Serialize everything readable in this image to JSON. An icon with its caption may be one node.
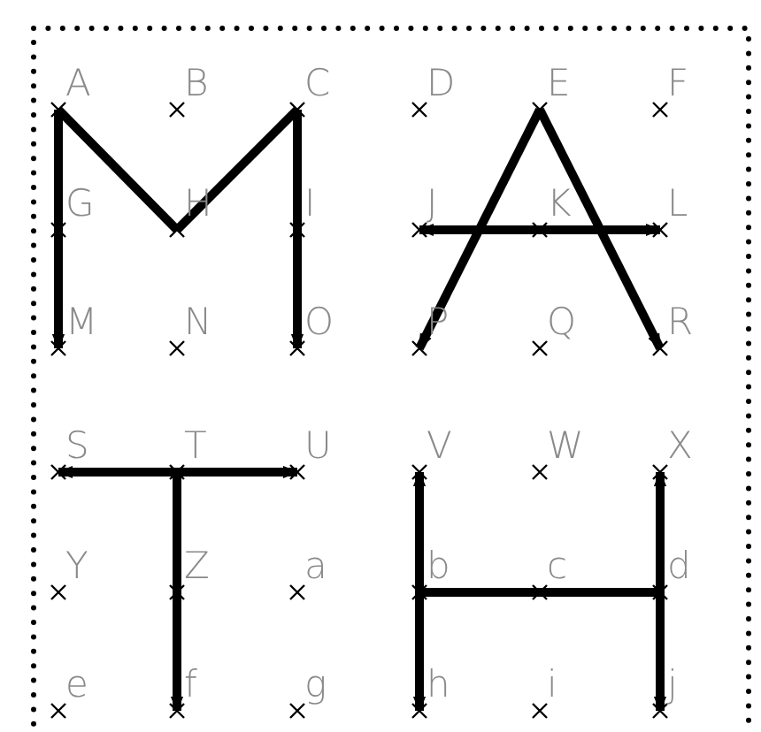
{
  "diagram": {
    "nodes": [
      {
        "text": [
          "A"
        ]
      },
      {
        "text": [
          "B"
        ]
      },
      {
        "text": [
          "C"
        ]
      },
      {
        "text": [
          "D"
        ]
      },
      {
        "text": [
          "E"
        ]
      },
      {
        "text": [
          "F"
        ]
      },
      {
        "text": [
          "G"
        ]
      },
      {
        "text": [
          "H"
        ]
      },
      {
        "text": [
          "I"
        ]
      },
      {
        "text": [
          "J"
        ]
      },
      {
        "text": [
          "K"
        ]
      },
      {
        "text": [
          "L"
        ]
      },
      {
        "text": [
          "M"
        ]
      },
      {
        "text": [
          "N"
        ]
      },
      {
        "text": [
          "O"
        ]
      },
      {
        "text": [
          "P"
        ]
      },
      {
        "text": [
          "Q"
        ]
      },
      {
        "text": [
          "R"
        ]
      },
      {
        "text": [
          "S"
        ]
      },
      {
        "text": [
          "T"
        ]
      },
      {
        "text": [
          "U"
        ]
      },
      {
        "text": [
          "V"
        ]
      },
      {
        "text": [
          "W"
        ]
      },
      {
        "text": [
          "X"
        ]
      },
      {
        "text": [
          "Y"
        ]
      },
      {
        "text": [
          "Z"
        ]
      },
      {
        "text": [
          "a"
        ]
      },
      {
        "text": [
          "b"
        ]
      },
      {
        "text": [
          "c"
        ]
      },
      {
        "text": [
          "d"
        ]
      },
      {
        "text": [
          "e"
        ]
      },
      {
        "text": [
          "f"
        ]
      },
      {
        "text": [
          "g"
        ]
      },
      {
        "text": [
          "h"
        ]
      },
      {
        "text": [
          "i"
        ]
      },
      {
        "text": [
          "j"
        ]
      }
    ],
    "edges": [
      {
        "from": 0,
        "to": 6,
        "arrow": "none"
      },
      {
        "from": 6,
        "to": 12,
        "arrow": "to"
      },
      {
        "from": 0,
        "to": 7,
        "arrow": "none"
      },
      {
        "from": 7,
        "to": 2,
        "arrow": "none"
      },
      {
        "from": 2,
        "to": 8,
        "arrow": "none"
      },
      {
        "from": 8,
        "to": 14,
        "arrow": "to"
      },
      {
        "from": 4,
        "to": 15,
        "arrow": "to"
      },
      {
        "from": 4,
        "to": 17,
        "arrow": "to"
      },
      {
        "from": 10,
        "to": 9,
        "arrow": "to"
      },
      {
        "from": 10,
        "to": 11,
        "arrow": "to"
      },
      {
        "from": 19,
        "to": 18,
        "arrow": "to"
      },
      {
        "from": 19,
        "to": 20,
        "arrow": "to"
      },
      {
        "from": 19,
        "to": 25,
        "arrow": "none"
      },
      {
        "from": 25,
        "to": 31,
        "arrow": "to"
      },
      {
        "from": 27,
        "to": 21,
        "arrow": "to"
      },
      {
        "from": 27,
        "to": 33,
        "arrow": "to"
      },
      {
        "from": 29,
        "to": 23,
        "arrow": "to"
      },
      {
        "from": 29,
        "to": 35,
        "arrow": "to"
      },
      {
        "from": 27,
        "to": 28,
        "arrow": "none"
      },
      {
        "from": 28,
        "to": 29,
        "arrow": "none"
      }
    ]
  }
}
